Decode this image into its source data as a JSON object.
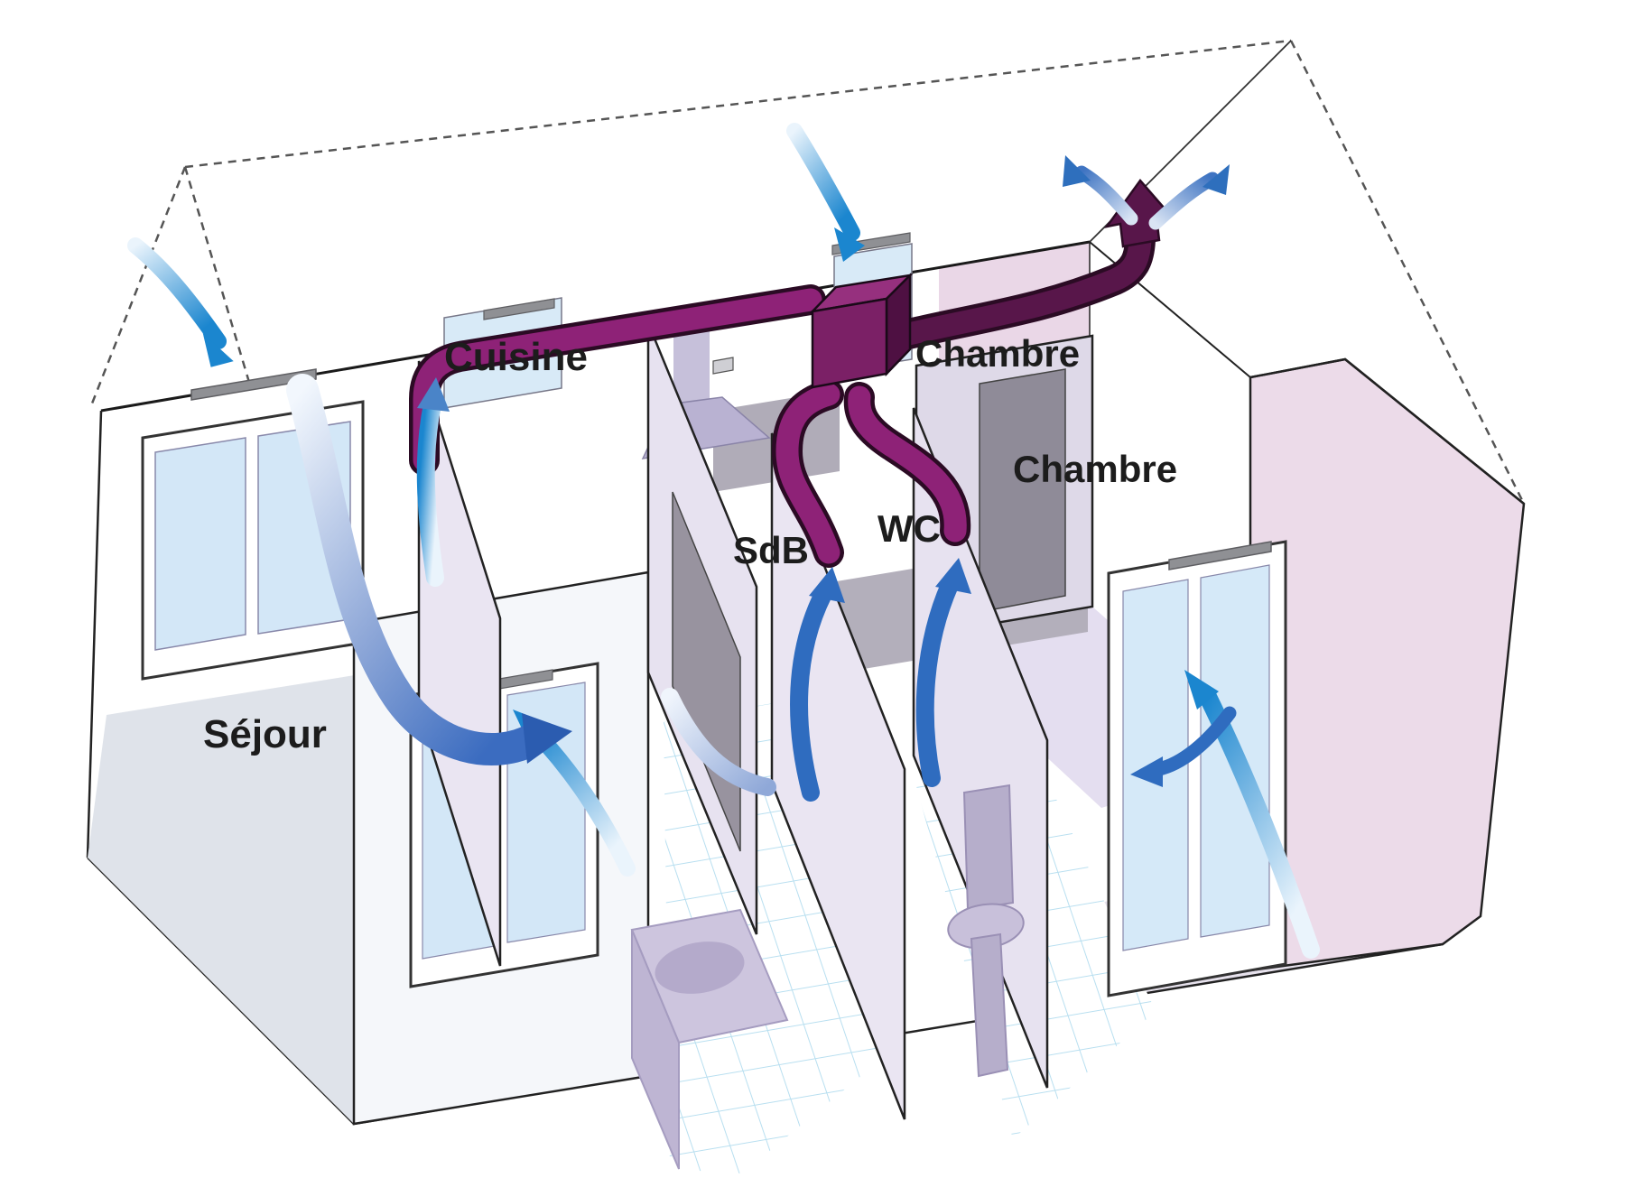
{
  "diagram": {
    "type": "house-ventilation-cutaway",
    "description_visible_text_only": true,
    "rooms": {
      "sejour": {
        "label": "Séjour"
      },
      "cuisine": {
        "label": "Cuisine"
      },
      "sdb": {
        "label": "SdB"
      },
      "wc": {
        "label": "WC"
      },
      "chambre_back": {
        "label": "Chambre"
      },
      "chambre_front": {
        "label": "Chambre"
      }
    },
    "colors": {
      "duct_purple": "#8e2277",
      "duct_dark_exhaust": "#58164a",
      "unit_front": "#7b2066",
      "unit_top": "#96307e",
      "unit_side": "#4e1042",
      "arrow_blue": "#1b86cf",
      "arrow_dark_blue": "#2f6cbf",
      "arrow_light_blue": "#eaf4fc",
      "wall_lavender": "#eae5f2",
      "wall_gray": "#b3afbb",
      "gable_pink": "#ecdbe9",
      "floor_gray": "#dfe3ea",
      "window_pane": "#d3e7f7",
      "tile_line": "#b8dff0",
      "door_gray": "#98939f"
    },
    "icons": [
      "air-inlet-vent-icon",
      "fresh-air-arrow-icon",
      "transfer-air-arrow-icon",
      "extract-air-arrow-icon",
      "exhaust-arrow-icon",
      "extraction-unit",
      "roof-outlet",
      "kitchen-hood",
      "bathtub",
      "toilet"
    ]
  }
}
